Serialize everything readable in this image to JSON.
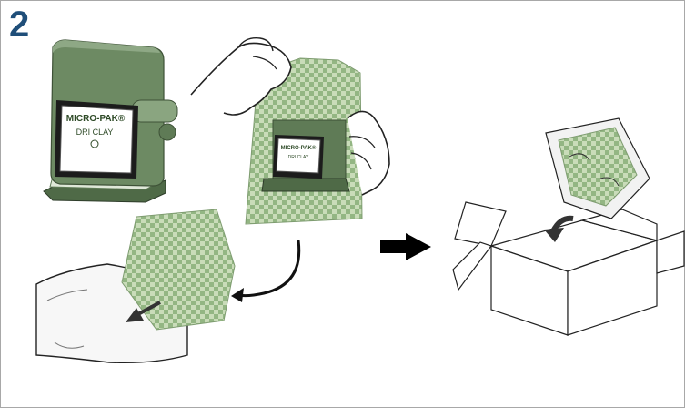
{
  "step": {
    "number": "2"
  },
  "desiccant": {
    "brand": "MICRO-PAK®",
    "product": "DRI CLAY"
  },
  "pouch_label": {
    "brand": "MICRO-PAK®",
    "product": "DRI CLAY"
  },
  "colors": {
    "step_number": "#1f4e79",
    "item_dark": "#5f7b56",
    "item_mid": "#7d9a73",
    "item_light": "#a3bb98",
    "checker_light": "#c9dcb9",
    "checker_dark": "#93b683",
    "outline": "#222222",
    "frame_border": "#a8a8a8"
  },
  "icons": [
    "pouch-pattern",
    "curved-arrow-icon",
    "right-arrow-icon",
    "down-arrow-icon"
  ]
}
